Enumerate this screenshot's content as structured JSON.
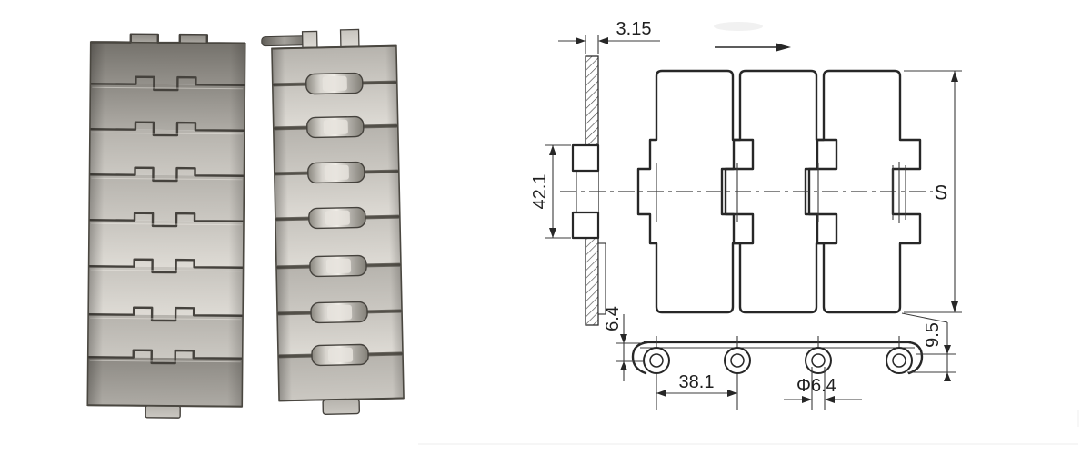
{
  "page": {
    "description": "Stainless steel flat-top conveyor chain: product photos and technical drawing"
  },
  "drawing": {
    "dimensions": {
      "plate_thickness": "3.15",
      "knuckle_width": "42.1",
      "width_symbol": "S",
      "pitch": "38.1",
      "pin_diameter": "Φ6.4",
      "plate_top_to_pin": "6.4",
      "side_height": "9.5"
    }
  },
  "palette": {
    "line": "#272727",
    "steel_dark": "#75726c",
    "steel_mid": "#b6b3ad",
    "steel_light": "#dedbd5",
    "seam": "#45423d"
  }
}
